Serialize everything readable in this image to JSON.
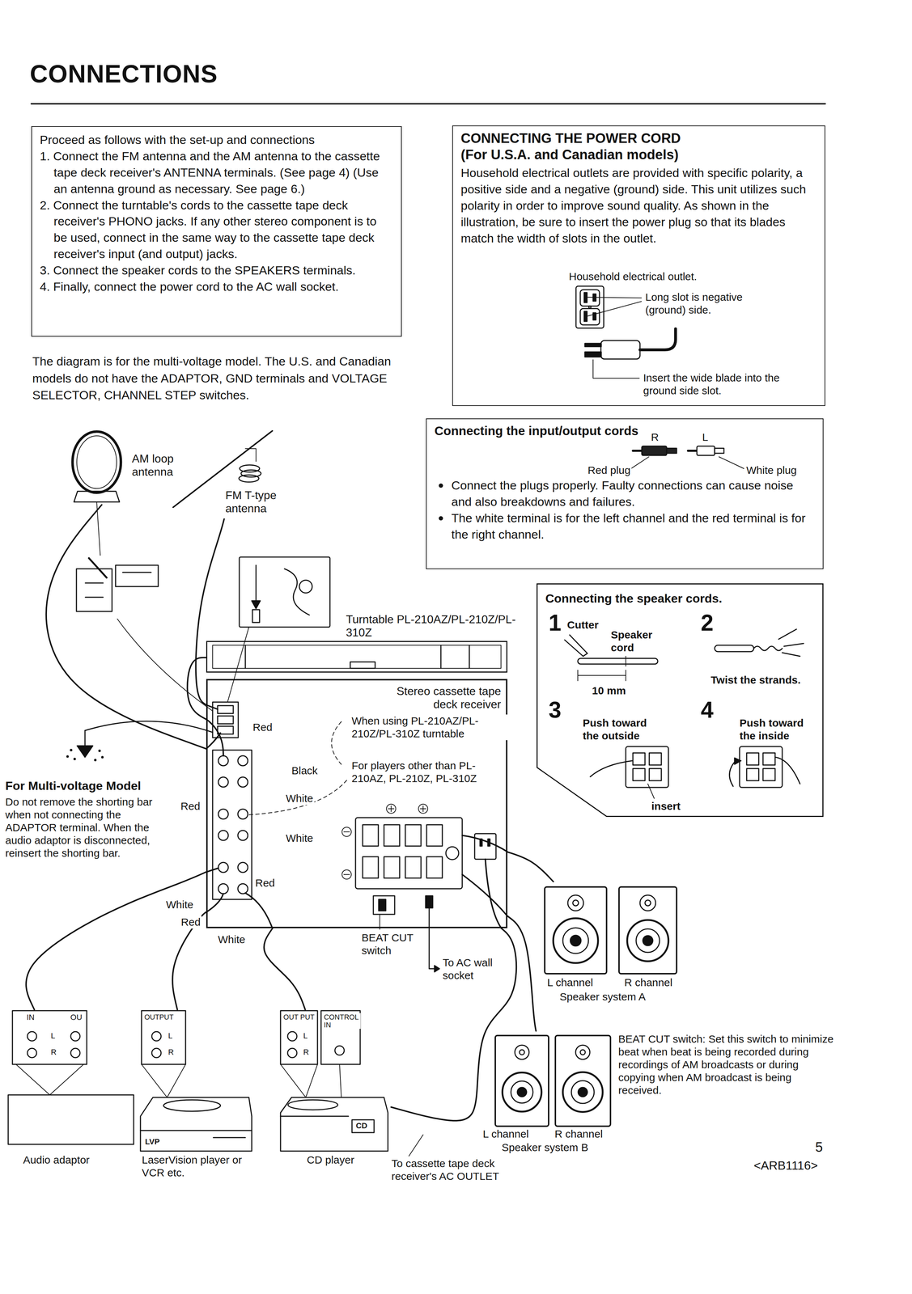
{
  "diagram": {
    "title": "CONNECTIONS",
    "nodes": [
      {
        "text": [
          "Proceed as follows with the set-up and connections",
          "1. Connect the FM antenna and the AM antenna to the cassette tape deck receiver's ANTENNA terminals. (See page 4) (Use an antenna ground as necessary. See page 6.)",
          "2. Connect the turntable's cords to the cassette tape deck receiver's PHONO jacks. If any other stereo component is to be used, connect in the same way to the cassette tape deck receiver's input (and output) jacks.",
          "3. Connect the speaker cords to the SPEAKERS terminals.",
          "4. Finally, connect the power cord to the AC wall socket."
        ]
      },
      {
        "text": [
          "CONNECTING THE POWER CORD",
          "(For U.S.A. and Canadian models)",
          "Household electrical outlets are provided with specific polarity, a positive side and a negative (ground) side. This unit utilizes such polarity in order to improve sound quality. As shown in the illustration, be sure to insert the power plug so that its blades match the width of slots in the outlet."
        ]
      },
      {
        "text": [
          "Connecting the input/output cords",
          "Connect the plugs properly. Faulty connections can cause noise and also breakdowns and failures.",
          "The white terminal is for the left channel and the red terminal is for the right channel."
        ]
      },
      {
        "text": [
          "AM loop antenna"
        ]
      },
      {
        "text": [
          "FM T-type antenna"
        ]
      },
      {
        "text": [
          "Turntable PL-210AZ/PL-210Z/PL-310Z"
        ]
      },
      {
        "text": [
          "Connecting the speaker cords."
        ]
      },
      {
        "text": [
          "Stereo cassette tape deck receiver"
        ]
      },
      {
        "text": [
          "L channel",
          "R channel",
          "Speaker system A"
        ]
      },
      {
        "text": [
          "L channel",
          "R channel",
          "Speaker system B"
        ]
      },
      {
        "text": [
          "Audio adaptor"
        ]
      },
      {
        "text": [
          "LaserVision player or VCR etc."
        ]
      },
      {
        "text": [
          "CD player"
        ]
      }
    ],
    "edges": [
      {
        "from": 3,
        "to": 7,
        "arrow": "none"
      },
      {
        "from": 4,
        "to": 7,
        "arrow": "none"
      },
      {
        "from": 5,
        "to": 7,
        "arrow": "none"
      },
      {
        "from": 8,
        "to": 7,
        "arrow": "none"
      },
      {
        "from": 9,
        "to": 7,
        "arrow": "none"
      },
      {
        "from": 10,
        "to": 7,
        "arrow": "none"
      },
      {
        "from": 11,
        "to": 7,
        "arrow": "none"
      },
      {
        "from": 12,
        "to": 7,
        "arrow": "none"
      },
      {
        "from": 12,
        "to": 7,
        "arrow": "none"
      }
    ],
    "labels": [
      "The diagram is for the multi-voltage model. The U.S. and Canadian models do not have the ADAPTOR, GND terminals and VOLTAGE SELECTOR, CHANNEL STEP switches.",
      "Household electrical outlet.",
      "Long slot is negative (ground) side.",
      "Insert the wide blade into the ground side slot.",
      "R",
      "L",
      "Red plug",
      "White plug",
      "1",
      "Cutter",
      "Speaker cord",
      "10 mm",
      "2",
      "Twist the strands.",
      "3",
      "Push toward the outside",
      "4",
      "Push toward the inside",
      "insert",
      "Red",
      "When using PL-210AZ/PL-210Z/PL-310Z turntable",
      "For players other than PL-210AZ, PL-210Z, PL-310Z",
      "For Multi-voltage Model",
      "Do not remove the shorting bar when not connecting the ADAPTOR terminal. When the audio adaptor is disconnected, reinsert the shorting bar.",
      "Black",
      "White",
      "Red",
      "White",
      "Red",
      "White",
      "Red",
      "White",
      "BEAT CUT switch",
      "To AC wall socket",
      "BEAT CUT switch: Set this switch to minimize beat when beat is being recorded during recordings of AM broadcasts or during copying when AM broadcast is being received.",
      "IN",
      "OU",
      "L",
      "R",
      "OUTPUT",
      "L",
      "R",
      "LVP",
      "OUT PUT",
      "L",
      "R",
      "CONTROL IN",
      "CD",
      "To cassette tape deck receiver's AC OUTLET",
      "5",
      "<ARB1116>"
    ]
  }
}
